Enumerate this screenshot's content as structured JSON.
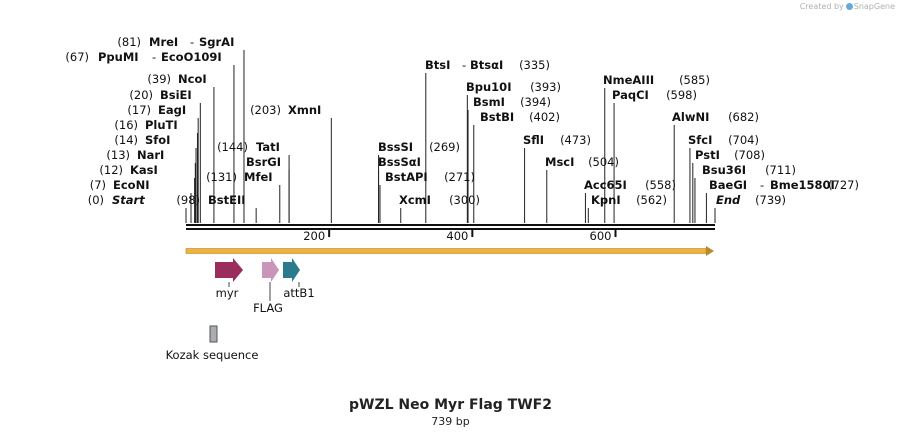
{
  "header": {
    "credit": "Created by",
    "brand": "SnapGene"
  },
  "plasmid": {
    "name": "pWZL Neo Myr Flag TWF2",
    "length_label": "739 bp",
    "length": 739
  },
  "ruler": {
    "ticks": [
      200,
      400,
      600
    ]
  },
  "enzymes": [
    {
      "name": "MreI",
      "name2": "SgrAI",
      "pos": 81,
      "pos_label": "(81)"
    },
    {
      "name": "PpuMI",
      "name2": "EcoO109I",
      "pos": 67,
      "pos_label": "(67)"
    },
    {
      "name": "NcoI",
      "pos": 39,
      "pos_label": "(39)"
    },
    {
      "name": "BsiEI",
      "pos": 20,
      "pos_label": "(20)"
    },
    {
      "name": "EagI",
      "pos": 17,
      "pos_label": "(17)"
    },
    {
      "name": "PluTI",
      "pos": 16,
      "pos_label": "(16)"
    },
    {
      "name": "SfoI",
      "pos": 14,
      "pos_label": "(14)"
    },
    {
      "name": "NarI",
      "pos": 13,
      "pos_label": "(13)"
    },
    {
      "name": "KasI",
      "pos": 12,
      "pos_label": "(12)"
    },
    {
      "name": "EcoNI",
      "pos": 7,
      "pos_label": "(7)"
    },
    {
      "name": "Start",
      "pos": 0,
      "pos_label": "(0)",
      "italic": true
    },
    {
      "name": "BstEII",
      "pos": 98,
      "pos_label": "(98)"
    },
    {
      "name": "MfeI",
      "pos": 131,
      "pos_label": "(131)"
    },
    {
      "name": "TatI",
      "pos": 144,
      "pos_label": "(144)"
    },
    {
      "name": "BsrGI",
      "pos": 144,
      "pos_label": ""
    },
    {
      "name": "XmnI",
      "pos": 203,
      "pos_label": "(203)"
    },
    {
      "name": "BtsI",
      "name2": "BtsαI",
      "pos": 335,
      "pos_label": "(335)"
    },
    {
      "name": "BssSI",
      "pos": 269,
      "pos_label": "(269)"
    },
    {
      "name": "BssSαI",
      "pos": 269,
      "pos_label": ""
    },
    {
      "name": "BstAPI",
      "pos": 271,
      "pos_label": "(271)"
    },
    {
      "name": "XcmI",
      "pos": 300,
      "pos_label": "(300)"
    },
    {
      "name": "Bpu10I",
      "pos": 393,
      "pos_label": "(393)"
    },
    {
      "name": "BsmI",
      "pos": 394,
      "pos_label": "(394)"
    },
    {
      "name": "BstBI",
      "pos": 402,
      "pos_label": "(402)"
    },
    {
      "name": "SflI",
      "pos": 473,
      "pos_label": "(473)"
    },
    {
      "name": "MscI",
      "pos": 504,
      "pos_label": "(504)"
    },
    {
      "name": "NmeAIII",
      "pos": 585,
      "pos_label": "(585)"
    },
    {
      "name": "PaqCI",
      "pos": 598,
      "pos_label": "(598)"
    },
    {
      "name": "Acc65I",
      "pos": 558,
      "pos_label": "(558)"
    },
    {
      "name": "KpnI",
      "pos": 562,
      "pos_label": "(562)"
    },
    {
      "name": "AlwNI",
      "pos": 682,
      "pos_label": "(682)"
    },
    {
      "name": "SfcI",
      "pos": 704,
      "pos_label": "(704)"
    },
    {
      "name": "PstI",
      "pos": 708,
      "pos_label": "(708)"
    },
    {
      "name": "Bsu36I",
      "pos": 711,
      "pos_label": "(711)"
    },
    {
      "name": "BaeGI",
      "name2": "Bme1580I",
      "pos": 727,
      "pos_label": "(727)"
    },
    {
      "name": "End",
      "pos": 739,
      "pos_label": "(739)",
      "italic": true
    }
  ],
  "features": [
    {
      "name": "myr",
      "color": "#9b2d5e"
    },
    {
      "name": "FLAG",
      "color": "#c995b8"
    },
    {
      "name": "attB1",
      "color": "#2a7b8c"
    },
    {
      "name": "Kozak sequence",
      "color": "#a9aeb3"
    }
  ],
  "colors": {
    "orf_arrow": "#f0b23c",
    "orf_arrow_edge": "#b88a2a"
  }
}
